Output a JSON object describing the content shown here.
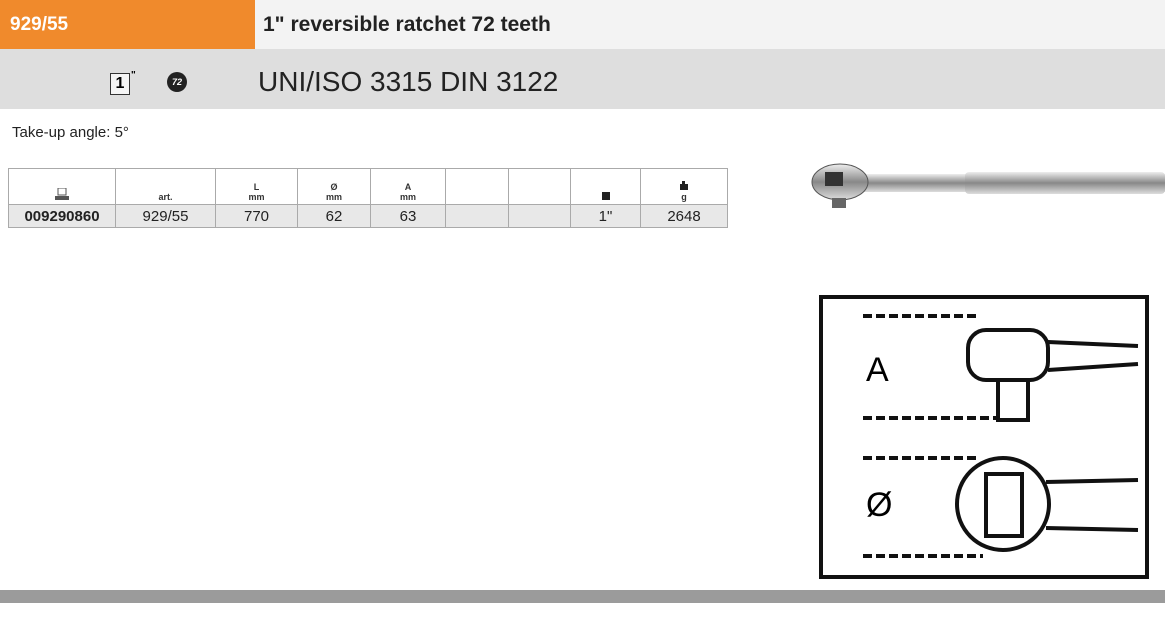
{
  "header": {
    "code": "929/55",
    "title": "1\" reversible ratchet 72 teeth"
  },
  "standards": {
    "drive_size": "1",
    "drive_unit": "\"",
    "teeth_badge": "72",
    "text": "UNI/ISO 3315 DIN 3122"
  },
  "note": "Take-up angle: 5°",
  "table": {
    "headers": [
      {
        "icon": "item-code-icon",
        "label": ""
      },
      {
        "label": "art.",
        "unit": ""
      },
      {
        "label": "L",
        "unit": "mm"
      },
      {
        "label": "Ø",
        "unit": "mm"
      },
      {
        "label": "A",
        "unit": "mm"
      },
      {
        "label": "",
        "unit": ""
      },
      {
        "label": "",
        "unit": ""
      },
      {
        "icon": "square-drive-icon",
        "label": ""
      },
      {
        "icon": "weight-icon",
        "unit": "g"
      }
    ],
    "row": [
      "009290860",
      "929/55",
      "770",
      "62",
      "63",
      "",
      "",
      "1\"",
      "2648"
    ]
  },
  "diagram": {
    "label_a": "A",
    "label_diameter": "Ø"
  }
}
